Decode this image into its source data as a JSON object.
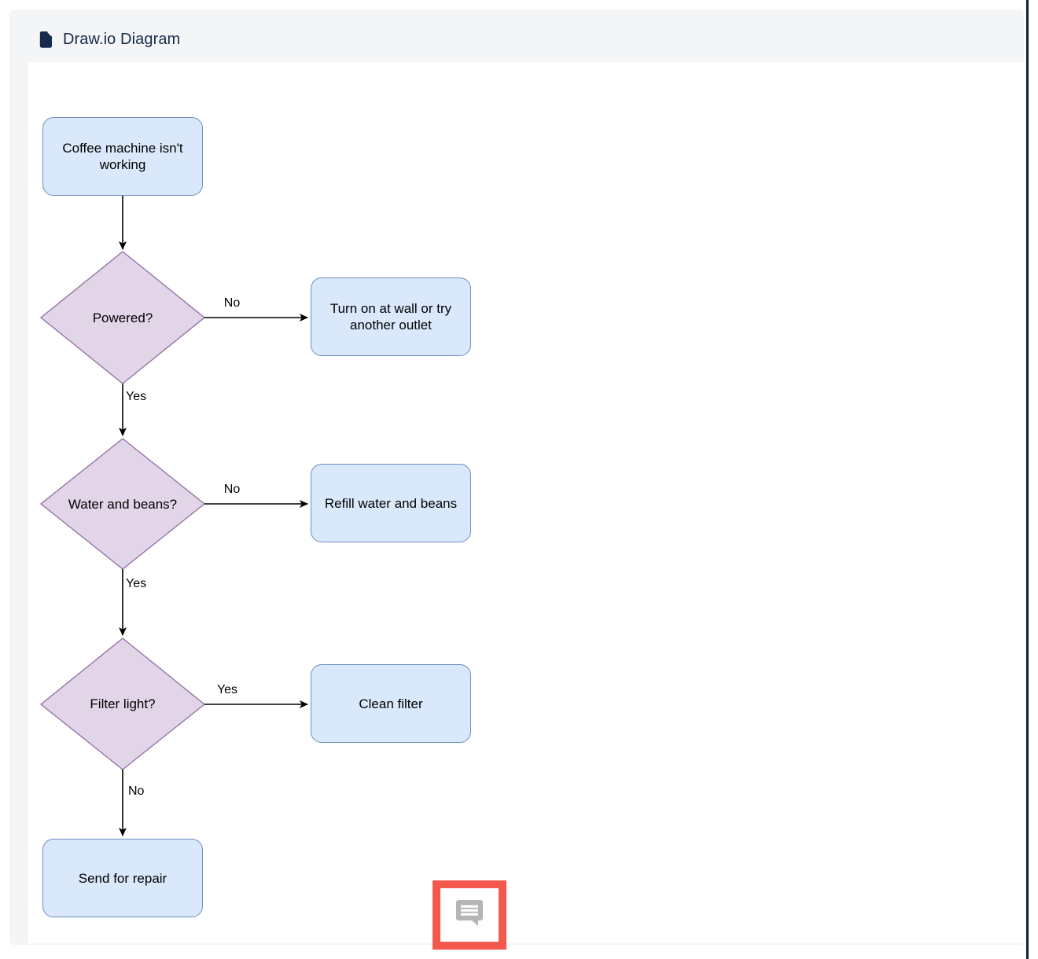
{
  "header": {
    "title": "Draw.io Diagram"
  },
  "diagram": {
    "type": "flowchart",
    "nodes": [
      {
        "id": "start",
        "shape": "rounded-rect",
        "label": "Coffee machine isn't working"
      },
      {
        "id": "powered",
        "shape": "diamond",
        "label": "Powered?"
      },
      {
        "id": "turn-on-at-wall",
        "shape": "rounded-rect",
        "label": "Turn on at wall or try another outlet"
      },
      {
        "id": "water-and-beans",
        "shape": "diamond",
        "label": "Water and beans?"
      },
      {
        "id": "refill",
        "shape": "rounded-rect",
        "label": "Refill water and beans"
      },
      {
        "id": "filter-light",
        "shape": "diamond",
        "label": "Filter light?"
      },
      {
        "id": "clean-filter",
        "shape": "rounded-rect",
        "label": "Clean filter"
      },
      {
        "id": "send-for-repair",
        "shape": "rounded-rect",
        "label": "Send for repair"
      }
    ],
    "edges": [
      {
        "from": "start",
        "to": "powered",
        "label": ""
      },
      {
        "from": "powered",
        "to": "turn-on-at-wall",
        "label": "No"
      },
      {
        "from": "powered",
        "to": "water-and-beans",
        "label": "Yes"
      },
      {
        "from": "water-and-beans",
        "to": "refill",
        "label": "No"
      },
      {
        "from": "water-and-beans",
        "to": "filter-light",
        "label": "Yes"
      },
      {
        "from": "filter-light",
        "to": "clean-filter",
        "label": "Yes"
      },
      {
        "from": "filter-light",
        "to": "send-for-repair",
        "label": "No"
      }
    ]
  },
  "annotation": {
    "type": "highlight-square-around-comment-marker",
    "icon": "comment-icon"
  },
  "colors": {
    "panel_bg": "#f4f5f7",
    "title_text": "#172b4d",
    "process_fill": "#dae8fc",
    "process_border": "#6c8ebf",
    "decision_fill": "#e1d5e7",
    "decision_border": "#9673a6",
    "edge_line": "#000000",
    "highlight_red": "#f4584c",
    "comment_icon_gray": "#b5b5b5",
    "window_edge": "#13213f"
  }
}
